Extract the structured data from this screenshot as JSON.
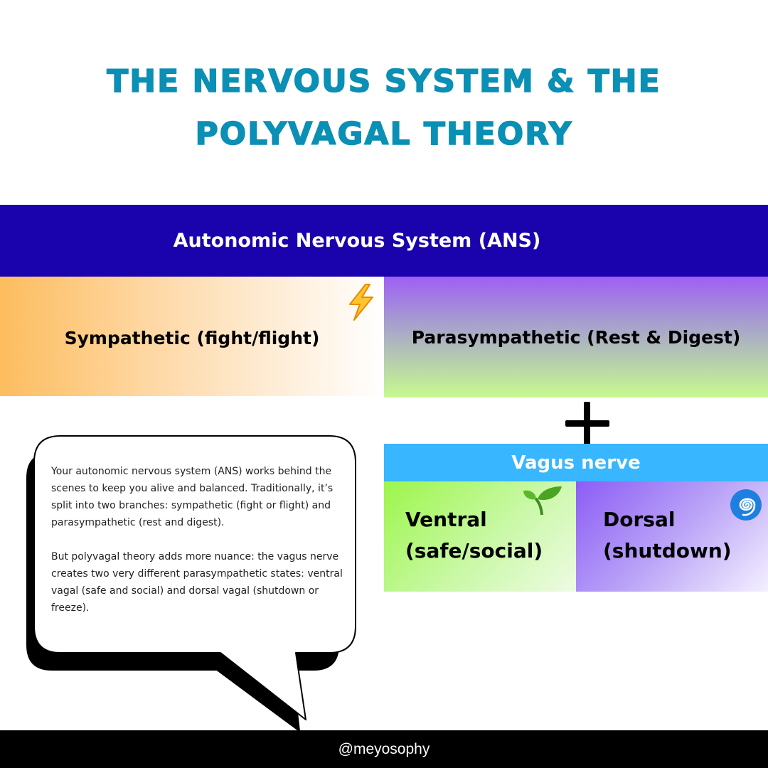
{
  "title": {
    "line1": "THE NERVOUS SYSTEM & THE",
    "line2": "POLYVAGAL THEORY"
  },
  "ans": {
    "label": "Autonomic Nervous System (ANS)"
  },
  "branches": {
    "sympathetic": "Sympathetic (fight/flight)",
    "parasympathetic": "Parasympathetic (Rest & Digest)"
  },
  "vagus": {
    "label": "Vagus nerve"
  },
  "states": {
    "ventral": {
      "line1": "Ventral",
      "line2": "(safe/social)"
    },
    "dorsal": {
      "line1": "Dorsal",
      "line2": "(shutdown)"
    }
  },
  "bubble": {
    "paragraph1": "Your autonomic nervous system (ANS) works behind the scenes to keep you alive and balanced. Traditionally, it’s split into two branches: sympathetic (fight or flight) and parasympathetic (rest and digest).",
    "paragraph2": "But polyvagal theory adds more nuance: the vagus nerve creates two very different parasympathetic states: ventral vagal (safe and social) and dorsal vagal (shutdown or freeze)."
  },
  "footer": {
    "handle": "@meyosophy"
  },
  "colors": {
    "title": "#0a8fb5",
    "ans_bar": "#1a02ad",
    "vagus_bar": "#38b6ff",
    "footer": "#000000"
  },
  "icons": {
    "sympathetic": "lightning-bolt-icon",
    "ventral": "sprout-icon",
    "dorsal": "spiral-icon",
    "connector": "plus-icon"
  }
}
